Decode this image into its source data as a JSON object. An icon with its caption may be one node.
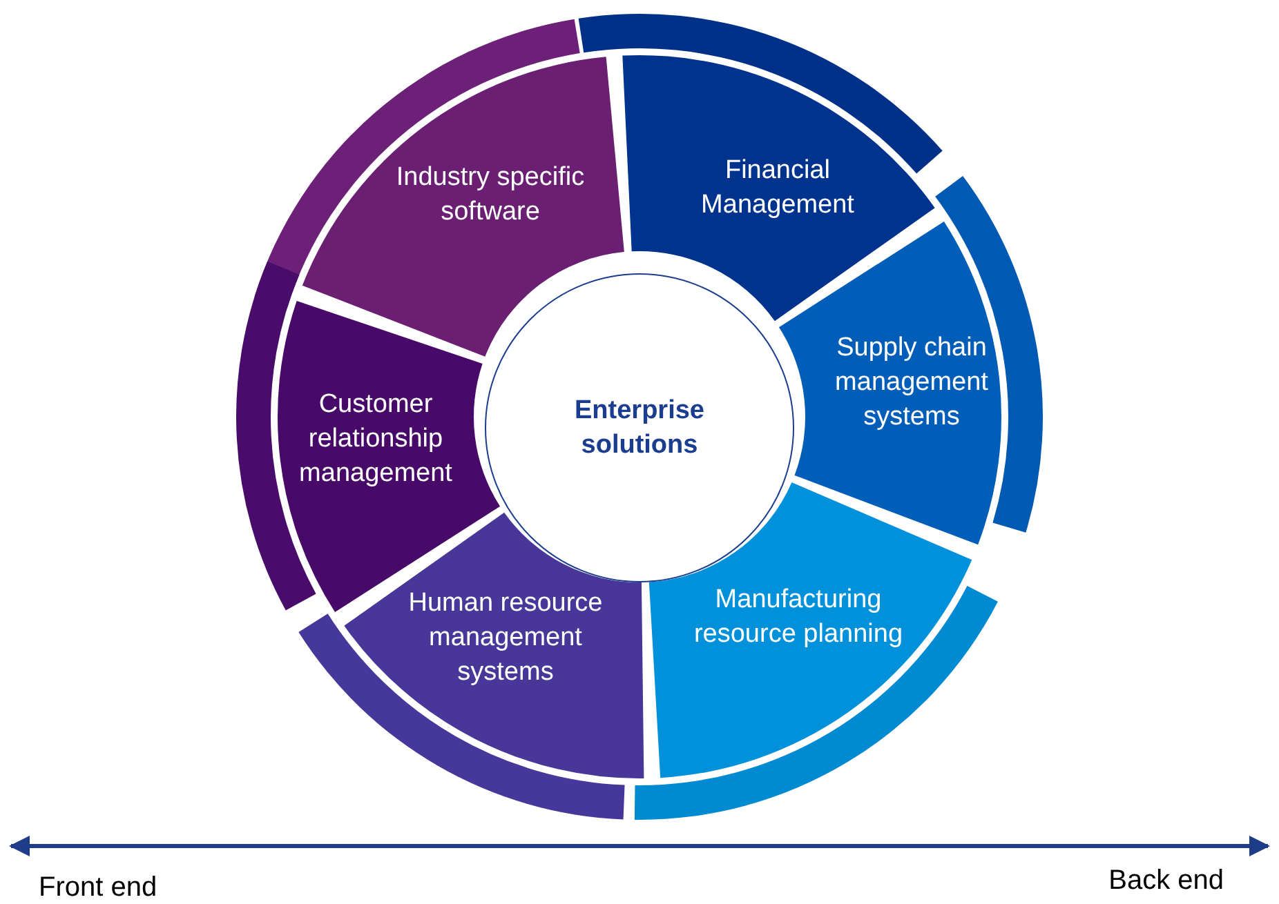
{
  "diagram": {
    "nodes": [
      {
        "text": [
          "Enterprise solutions"
        ]
      },
      {
        "text": [
          "Industry specific software"
        ]
      },
      {
        "text": [
          "Financial Management"
        ]
      },
      {
        "text": [
          "Supply chain management systems"
        ]
      },
      {
        "text": [
          "Manufacturing resource planning"
        ]
      },
      {
        "text": [
          "Human resource management systems"
        ]
      },
      {
        "text": [
          "Customer relationship management"
        ]
      }
    ],
    "edges": [],
    "labels": [
      "Front end",
      "Back end"
    ]
  }
}
